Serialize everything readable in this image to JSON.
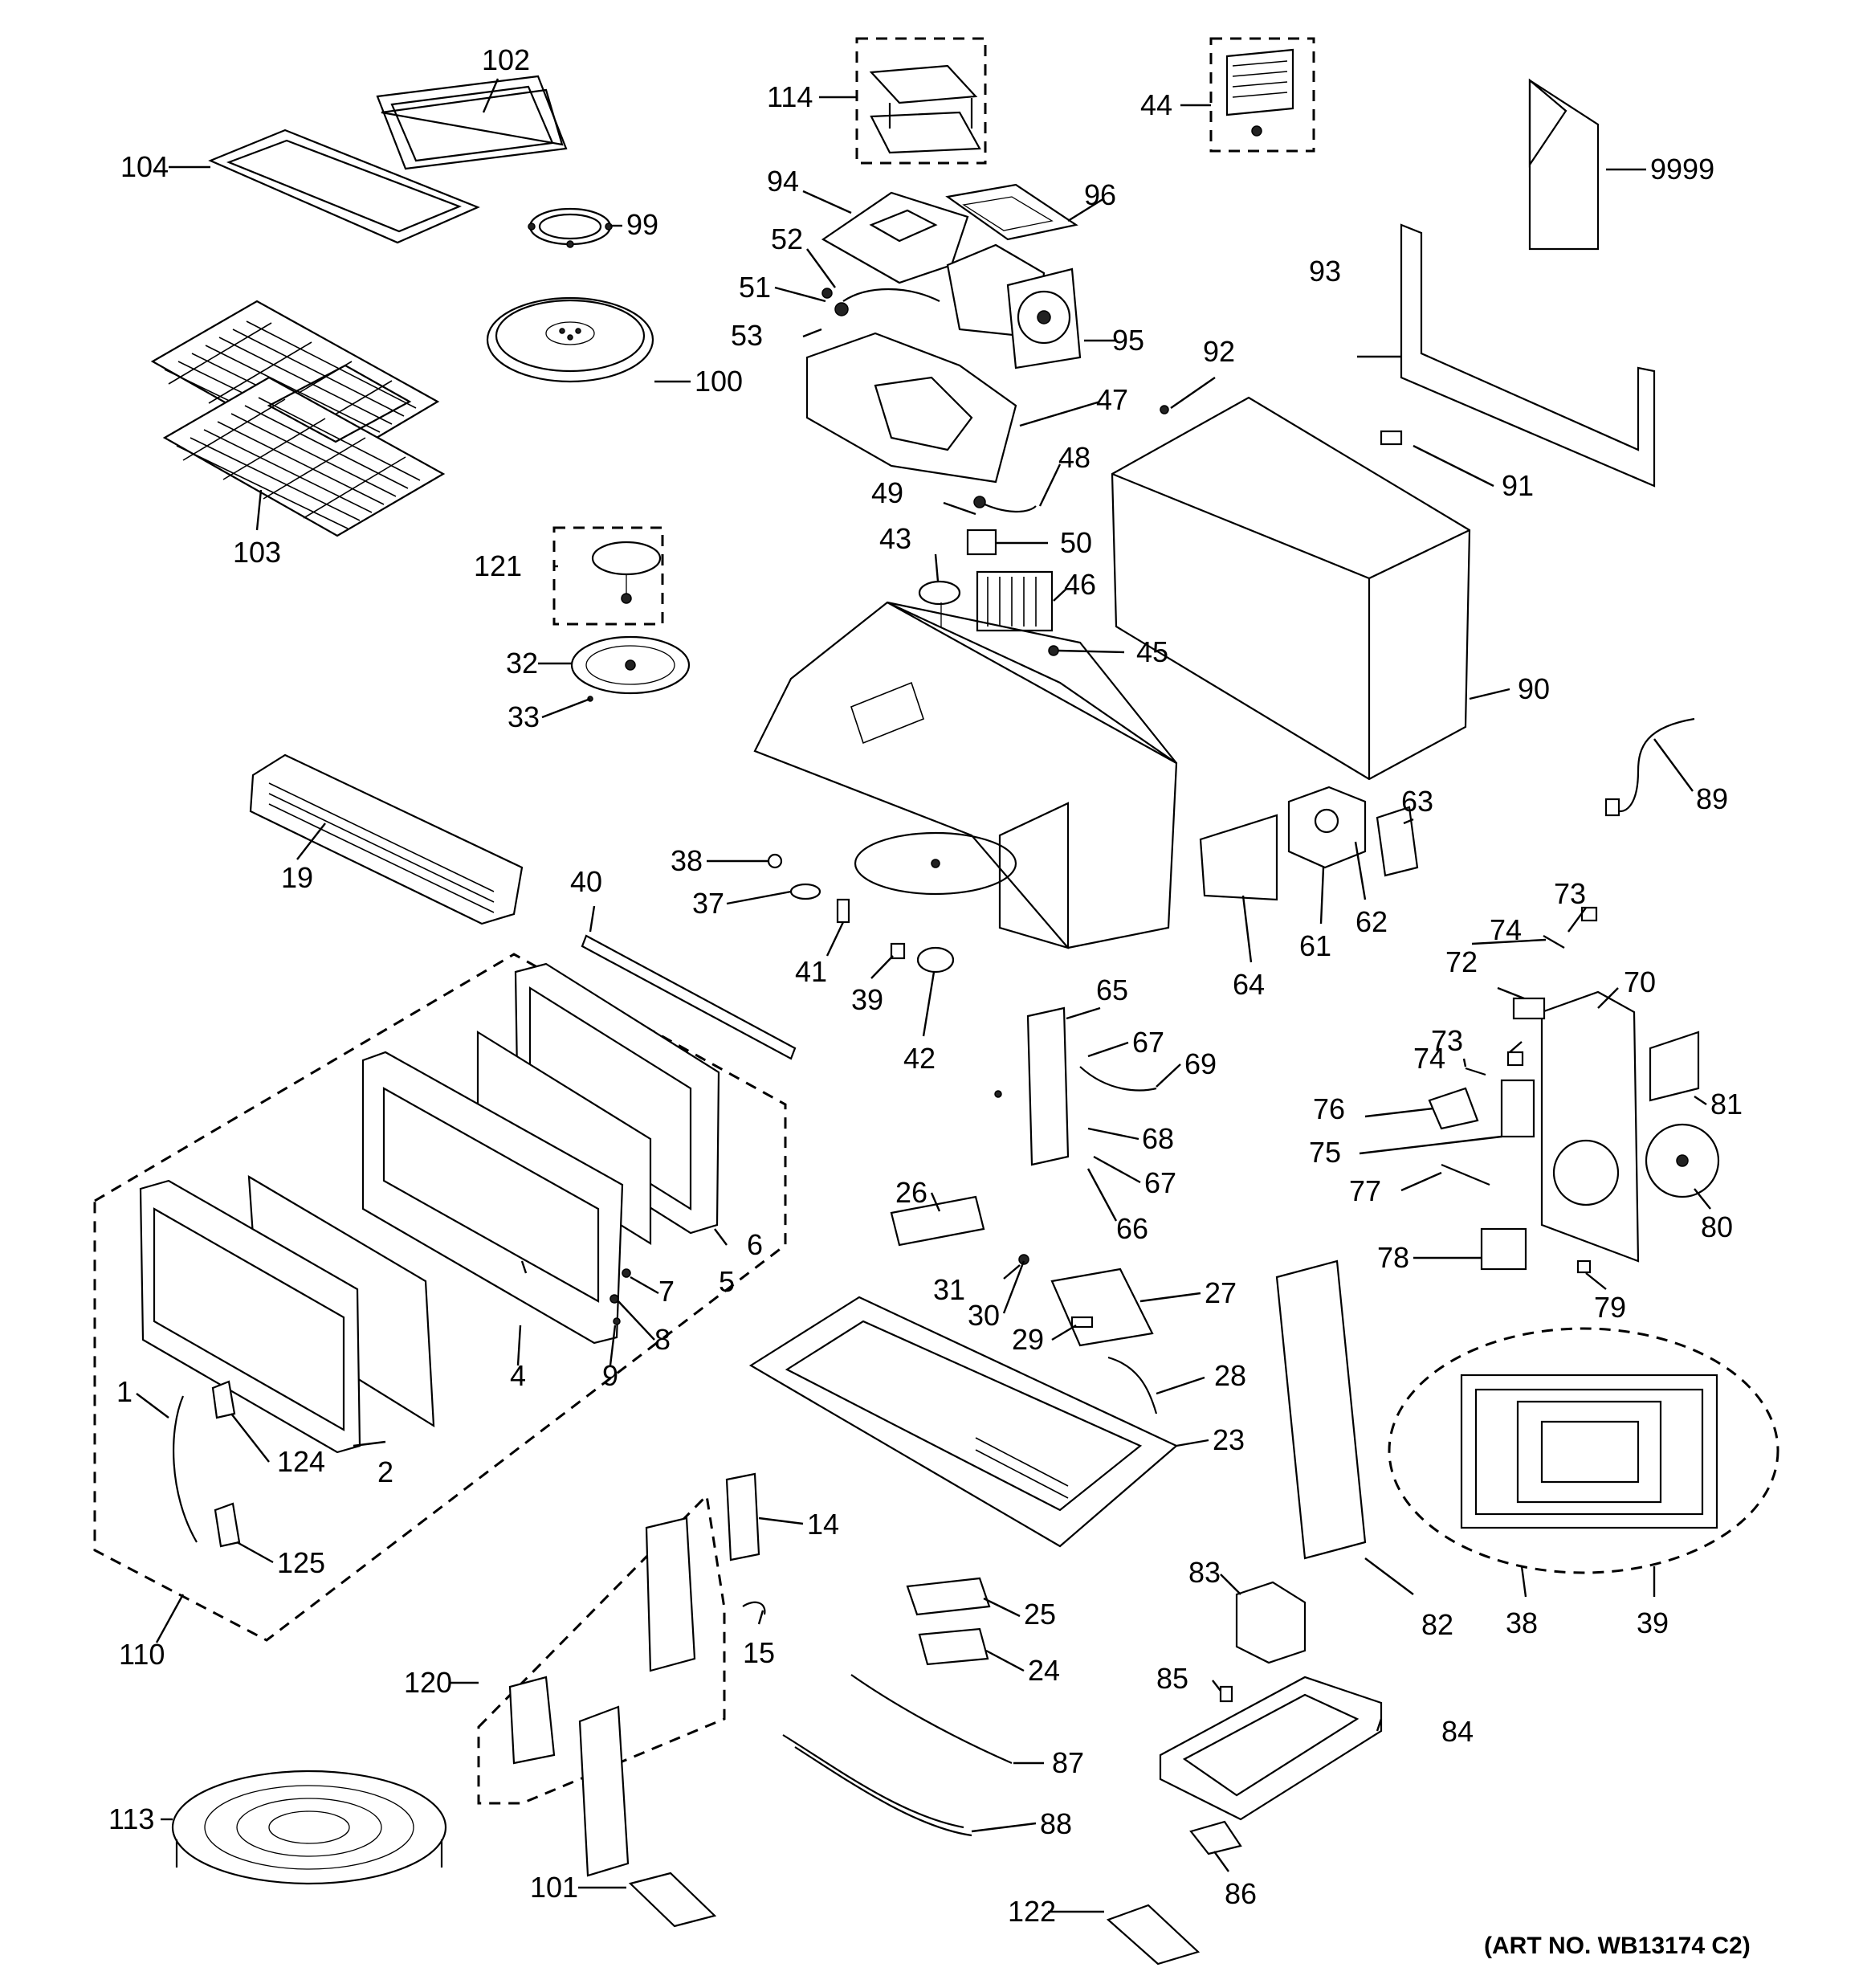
{
  "art_number": "(ART NO. WB13174 C2)",
  "callouts": [
    "1",
    "2",
    "4",
    "5",
    "6",
    "7",
    "8",
    "9",
    "14",
    "15",
    "19",
    "23",
    "24",
    "25",
    "26",
    "27",
    "28",
    "29",
    "30",
    "31",
    "32",
    "33",
    "37",
    "38",
    "39",
    "40",
    "41",
    "42",
    "43",
    "44",
    "45",
    "46",
    "47",
    "48",
    "49",
    "50",
    "51",
    "52",
    "53",
    "61",
    "62",
    "63",
    "64",
    "65",
    "66",
    "67",
    "68",
    "69",
    "70",
    "72",
    "73",
    "74",
    "75",
    "76",
    "77",
    "78",
    "79",
    "80",
    "81",
    "82",
    "83",
    "84",
    "85",
    "86",
    "87",
    "88",
    "89",
    "90",
    "91",
    "92",
    "93",
    "94",
    "95",
    "96",
    "99",
    "100",
    "101",
    "102",
    "103",
    "104",
    "110",
    "113",
    "114",
    "120",
    "121",
    "122",
    "124",
    "125",
    "9999"
  ]
}
